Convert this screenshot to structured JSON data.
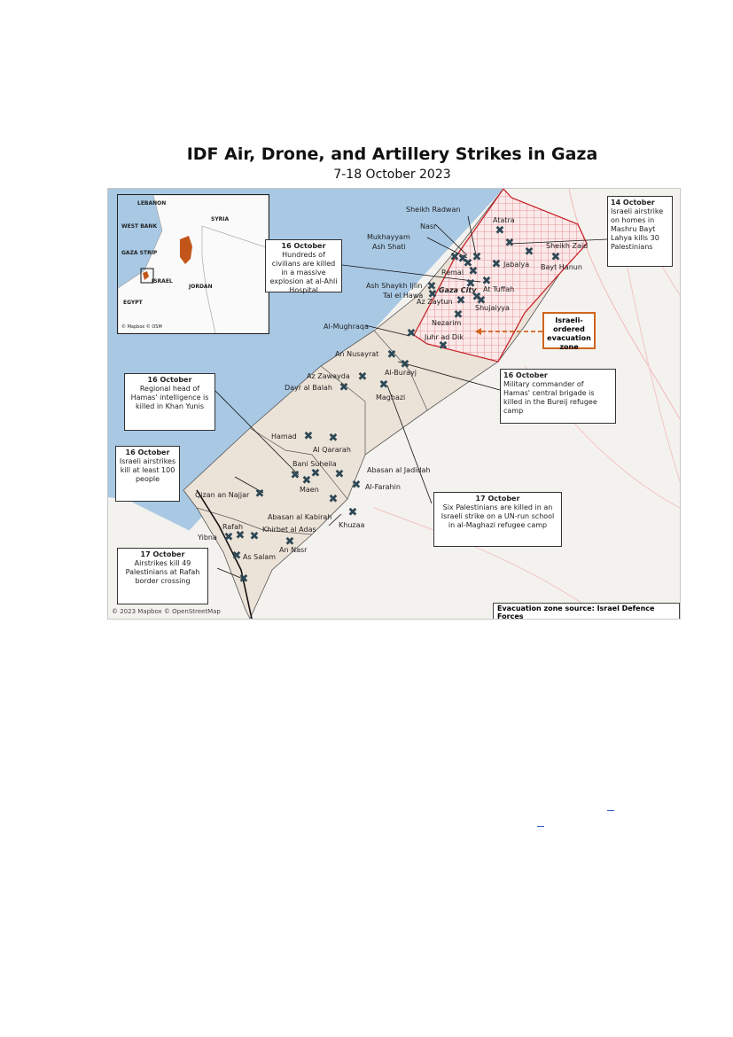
{
  "title": "IDF Air, Drone, and Artillery Strikes in Gaza",
  "subtitle": "7-18 October 2023",
  "inset": {
    "labels": [
      "LEBANON",
      "SYRIA",
      "WEST BANK",
      "GAZA STRIP",
      "ISRAEL",
      "JORDAN",
      "EGYPT"
    ],
    "credit": "© Mapbox © OSM"
  },
  "places": {
    "sheikh_radwan": "Sheikh Radwan",
    "atatra": "Atatra",
    "nasr": "Nasr",
    "mukhayyam": "Mukhayyam",
    "ash_shati": "Ash Shati",
    "sheikh_zaid": "Sheikh Zaid",
    "jabalya": "Jabalya",
    "bayt_hanun": "Bayt Hanun",
    "remal": "Remal",
    "ash_shaykh_ijlin": "Ash Shaykh Ijlin",
    "gaza_city": "Gaza City",
    "at_tuffah": "At Tuffah",
    "tal_el_hawa": "Tal el Hawa",
    "az_zaytun": "Az Zaytun",
    "shujaiyya": "Shujaiyya",
    "nezarim": "Nezarim",
    "al_mughraqa": "Al-Mughraqa",
    "juhr_ad_dik": "Juhr ad Dik",
    "an_nusayrat": "An Nusayrat",
    "al_burayj": "Al-Burayj",
    "az_zawayda": "Az Zawayda",
    "dayr_al_balah": "Dayr al Balah",
    "maghazi": "Maghazi",
    "hamad": "Hamad",
    "al_qararah": "Al Qararah",
    "bani_suheila": "Bani Suheila",
    "abasan_al_jadidah": "Abasan al Jadidah",
    "maen": "Maen",
    "al_farahin": "Al-Farahin",
    "qizan_an_najjar": "Qizan an Najjar",
    "abasan_al_kabirah": "Abasan al Kabirah",
    "khuzaa": "Khuzaa",
    "rafah": "Rafah",
    "khirbet_al_adas": "Khirbet al Adas",
    "yibna": "Yibna",
    "an_nasr": "An Nasr",
    "as_salam": "As Salam"
  },
  "callouts": {
    "oct14": {
      "date": "14 October",
      "text": "Israeli airstrike on homes in Mashru Bayt Lahya kills 30 Palestinians"
    },
    "oct16_ahli": {
      "date": "16 October",
      "text": "Hundreds of civilians are killed in a massive explosion at al-Ahli Hospital"
    },
    "oct16_intel": {
      "date": "16 October",
      "text": "Regional head of Hamas' intelligence is killed in Khan Yunis"
    },
    "oct16_strikes": {
      "date": "16 October",
      "text": "Israeli airstrikes kill at least 100 people"
    },
    "oct16_bureij": {
      "date": "16 October",
      "text": "Military commander of Hamas' central brigade is killed in the Bureij refugee camp"
    },
    "oct17_school": {
      "date": "17 October",
      "text": "Six Palestinians are killed in an Israeli strike on a UN-run school in al-Maghazi refugee camp"
    },
    "oct17_rafah": {
      "date": "17 October",
      "text": "Airstrikes kill 49 Palestinians at Rafah border crossing"
    }
  },
  "evacuation_label": "Israeli-ordered evacuation zone",
  "credit": "© 2023 Mapbox © OpenStreetMap",
  "source": "Evacuation zone source: Israel Defence Forces",
  "strike_marker": "strike-x-icon",
  "colors": {
    "sea": "#a8c8e4",
    "land": "#f4f2ee",
    "gaza": "#ece3d8",
    "evacuation_zone": "#c8242c",
    "strike": "#2e4856",
    "gaza_inset": "#c2561a",
    "evac_box_border": "#d0651e"
  }
}
